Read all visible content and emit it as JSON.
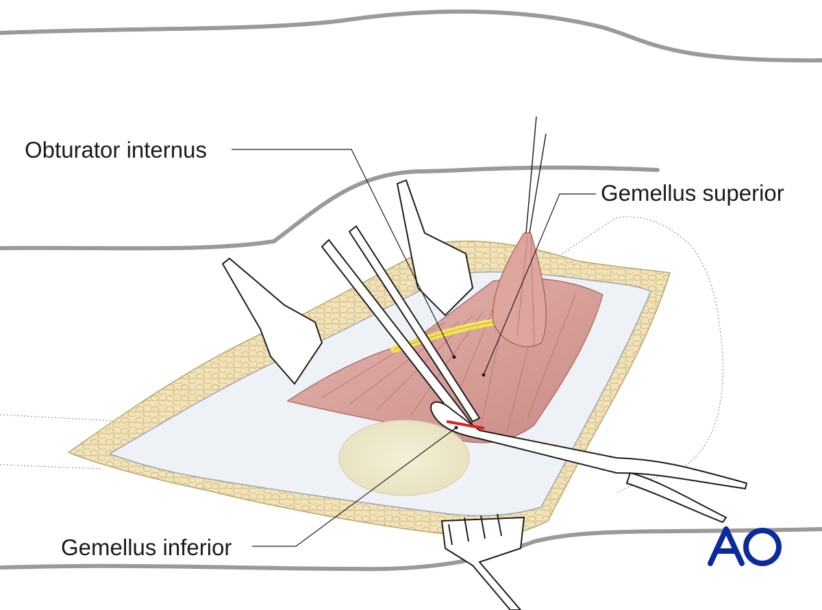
{
  "labels": {
    "obturator_internus": "Obturator internus",
    "gemellus_superior": "Gemellus superior",
    "gemellus_inferior": "Gemellus inferior"
  },
  "logo": {
    "text": "AO",
    "color": "#0b2a9c"
  },
  "colors": {
    "skin_outline": "#9a9a9a",
    "fat": "#f1e2b8",
    "muscle": "#dba6a0",
    "nerve": "#f2e35a",
    "cut_mark": "#e31b1b",
    "fascia": "#e9ecf1",
    "bone": "#ece6c4"
  }
}
